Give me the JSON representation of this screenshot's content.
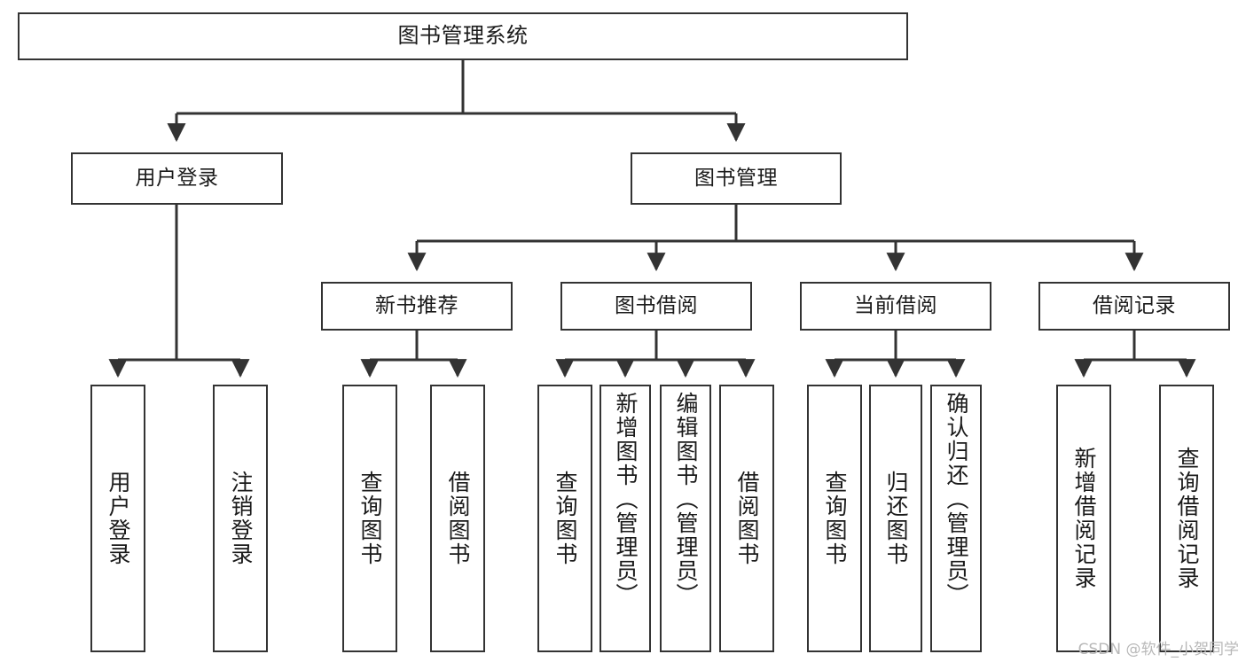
{
  "diagram": {
    "title": "图书管理系统",
    "type": "tree-structure-chart",
    "watermark": "CSDN @软件_小贺同学",
    "colors": {
      "box_border": "#333333",
      "box_fill": "#ffffff",
      "edge": "#333333",
      "text": "#1a1a1a",
      "watermark": "#b8b8b8",
      "background": "#ffffff"
    },
    "nodes": {
      "root": {
        "label": "图书管理系统"
      },
      "level2": [
        {
          "id": "user-login",
          "label": "用户登录"
        },
        {
          "id": "book-manage",
          "label": "图书管理"
        }
      ],
      "level3": [
        {
          "id": "new-book-recommend",
          "label": "新书推荐"
        },
        {
          "id": "book-borrow",
          "label": "图书借阅"
        },
        {
          "id": "current-borrow",
          "label": "当前借阅"
        },
        {
          "id": "borrow-record",
          "label": "借阅记录"
        }
      ],
      "leaves": {
        "user-login": [
          {
            "id": "leaf-user-login",
            "label": "用户登录"
          },
          {
            "id": "leaf-user-logout",
            "label": "注销登录"
          }
        ],
        "new-book-recommend": [
          {
            "id": "leaf-query-book-1",
            "label": "查询图书"
          },
          {
            "id": "leaf-borrow-book-1",
            "label": "借阅图书"
          }
        ],
        "book-borrow": [
          {
            "id": "leaf-query-book-2",
            "label": "查询图书"
          },
          {
            "id": "leaf-add-book",
            "label": "新增图书（管理员）"
          },
          {
            "id": "leaf-edit-book",
            "label": "编辑图书（管理员）"
          },
          {
            "id": "leaf-borrow-book-2",
            "label": "借阅图书"
          }
        ],
        "current-borrow": [
          {
            "id": "leaf-query-book-3",
            "label": "查询图书"
          },
          {
            "id": "leaf-return-book",
            "label": "归还图书"
          },
          {
            "id": "leaf-confirm-return",
            "label": "确认归还（管理员）"
          }
        ],
        "borrow-record": [
          {
            "id": "leaf-add-record",
            "label": "新增借阅记录"
          },
          {
            "id": "leaf-query-record",
            "label": "查询借阅记录"
          }
        ]
      }
    }
  }
}
